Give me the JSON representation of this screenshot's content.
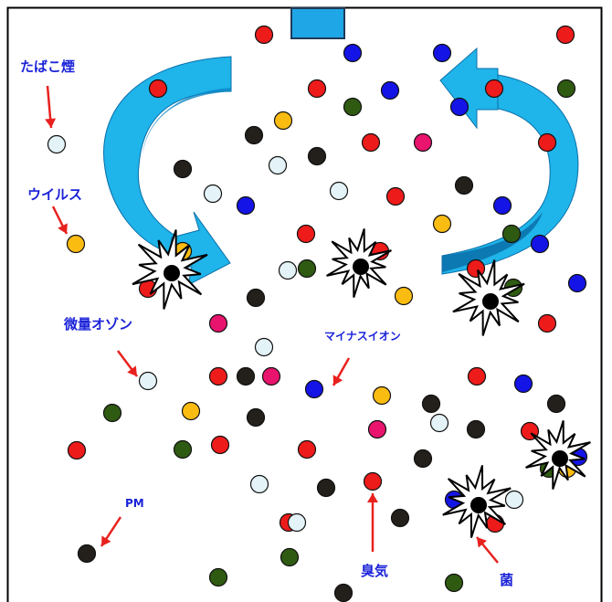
{
  "labels": {
    "tobacco": "たばこ煙",
    "virus": "ウイルス",
    "ozone": "微量オゾン",
    "minus_ion": "マイナスイオン",
    "pm": "PM",
    "odor": "臭気",
    "bacteria": "菌"
  },
  "colors": {
    "label_text": "#1a22d8",
    "arrow_red": "#e8211e",
    "flow_arrow_light": "#1fb4ea",
    "flow_arrow_dark": "#0b6fa8",
    "outlet": "#1fa6e6",
    "particle_red": "#ee1b1b",
    "particle_blue": "#1414e6",
    "particle_black": "#231f1a",
    "particle_green": "#2f5a12",
    "particle_yellow": "#fbbc12",
    "particle_pink": "#e8146e",
    "particle_lightblue": "#e4f3f8"
  },
  "icons": [
    "outlet-vent-icon",
    "circular-flow-arrow-icon",
    "burst-icon",
    "red-pointer-arrow-icon"
  ]
}
